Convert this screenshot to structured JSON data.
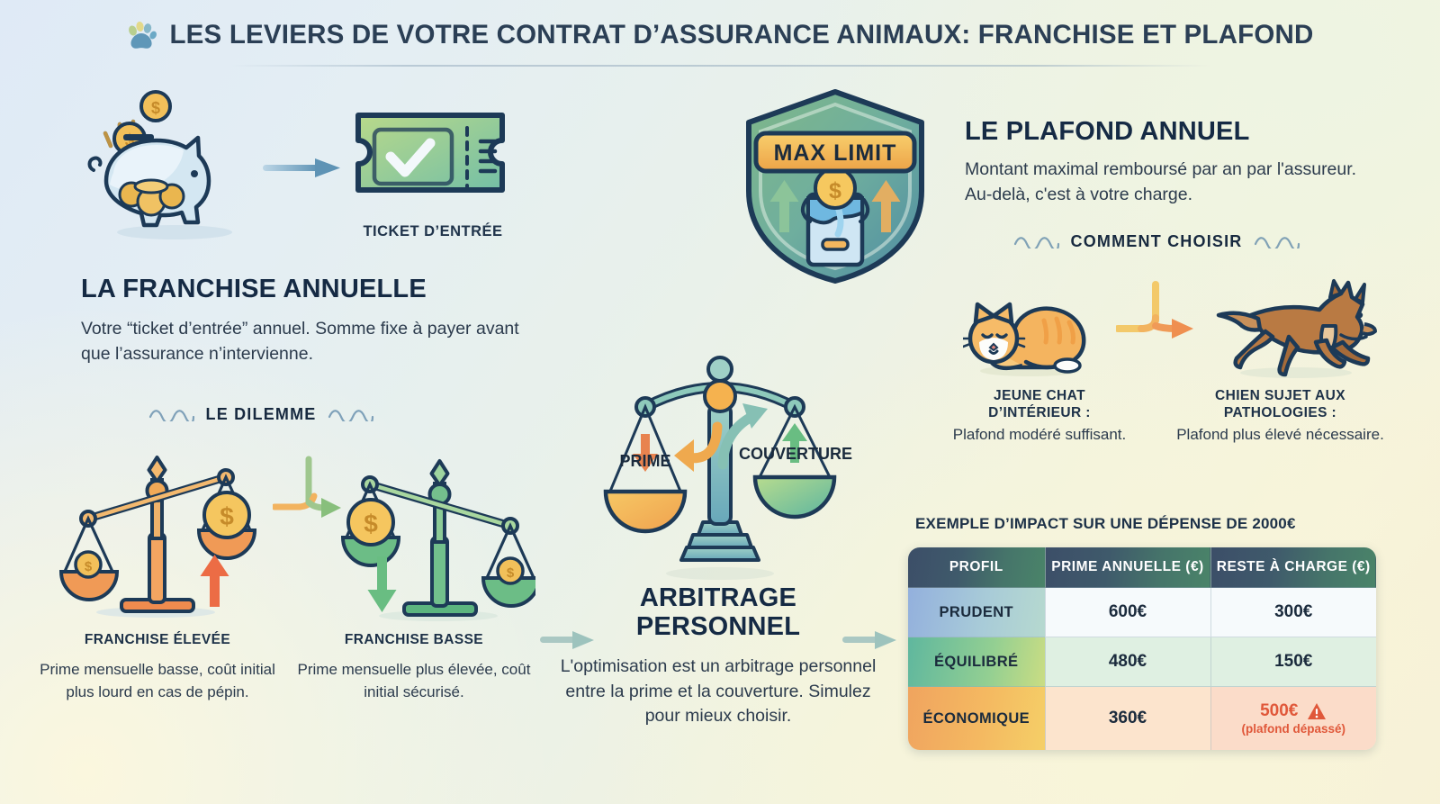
{
  "header": {
    "title": "LES LEVIERS DE VOTRE CONTRAT D’ASSURANCE ANIMAUX: FRANCHISE ET PLAFOND",
    "icon": "paw-print-icon"
  },
  "franchise": {
    "ticket_caption": "TICKET D’ENTRÉE",
    "heading": "LA FRANCHISE ANNUELLE",
    "body": "Votre “ticket d’entrée” annuel. Somme fixe à payer avant que l’assurance n’intervienne.",
    "dilemma_label": "LE DILEMME",
    "options": [
      {
        "caption": "FRANCHISE ÉLEVÉE",
        "text": "Prime mensuelle basse, coût initial plus lourd en cas de pépin."
      },
      {
        "caption": "FRANCHISE BASSE",
        "text": "Prime mensuelle plus élevée, coût initial sécurisé."
      }
    ]
  },
  "arbitrage": {
    "scale_left_label": "PRIME",
    "scale_right_label": "COUVERTURE",
    "heading_line1": "ARBITRAGE",
    "heading_line2": "PERSONNEL",
    "body": "L'optimisation est un arbitrage personnel entre la prime et la couverture. Simulez pour mieux choisir."
  },
  "plafond": {
    "shield_badge": "MAX LIMIT",
    "heading": "LE PLAFOND ANNUEL",
    "body": "Montant maximal remboursé par an par l'assureur. Au-delà, c'est à votre charge.",
    "choose_label": "COMMENT CHOISIR",
    "profiles": [
      {
        "caption_line1": "JEUNE CHAT",
        "caption_line2": "D’INTÉRIEUR :",
        "text": "Plafond modéré suffisant."
      },
      {
        "caption_line1": "CHIEN SUJET AUX",
        "caption_line2": "PATHOLOGIES :",
        "text": "Plafond plus élevé nécessaire."
      }
    ]
  },
  "chart_data": {
    "type": "table",
    "title": "EXEMPLE D’IMPACT SUR UNE DÉPENSE DE 2000€",
    "columns": [
      "PROFIL",
      "PRIME ANNUELLE (€)",
      "RESTE À CHARGE (€)"
    ],
    "rows": [
      {
        "profil": "PRUDENT",
        "prime": "600€",
        "reste": "300€",
        "warning": false,
        "note": ""
      },
      {
        "profil": "ÉQUILIBRÉ",
        "prime": "480€",
        "reste": "150€",
        "warning": false,
        "note": ""
      },
      {
        "profil": "ÉCONOMIQUE",
        "prime": "360€",
        "reste": "500€",
        "warning": true,
        "note": "(plafond dépassé)"
      }
    ],
    "warning_icon": "warning-triangle-icon",
    "warning_color": "#e0583a"
  },
  "colors": {
    "ink": "#1b2b3d",
    "heading": "#152a44",
    "orange": "#f0a45f",
    "green": "#5fb79e",
    "blue": "#93b0dd",
    "alert": "#e0583a"
  }
}
